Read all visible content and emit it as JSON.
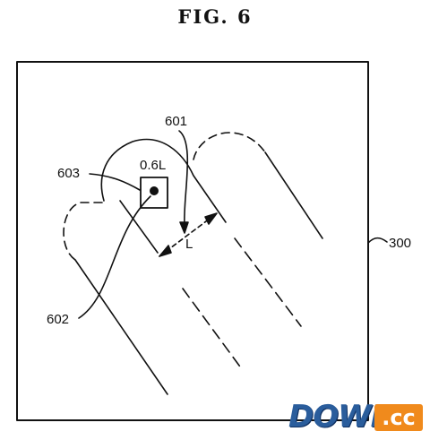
{
  "figure": {
    "title": "FIG. 6"
  },
  "labels": {
    "panel": "300",
    "finger_outline": "601",
    "touch_point": "602",
    "touch_box": "603",
    "box_size": "0.6L",
    "width": "L"
  },
  "watermark": {
    "text_main": "DOWN",
    "text_suffix": ".cc",
    "colors": {
      "main": "#2a5d9c",
      "suffix_bg": "#f08a1c"
    }
  }
}
